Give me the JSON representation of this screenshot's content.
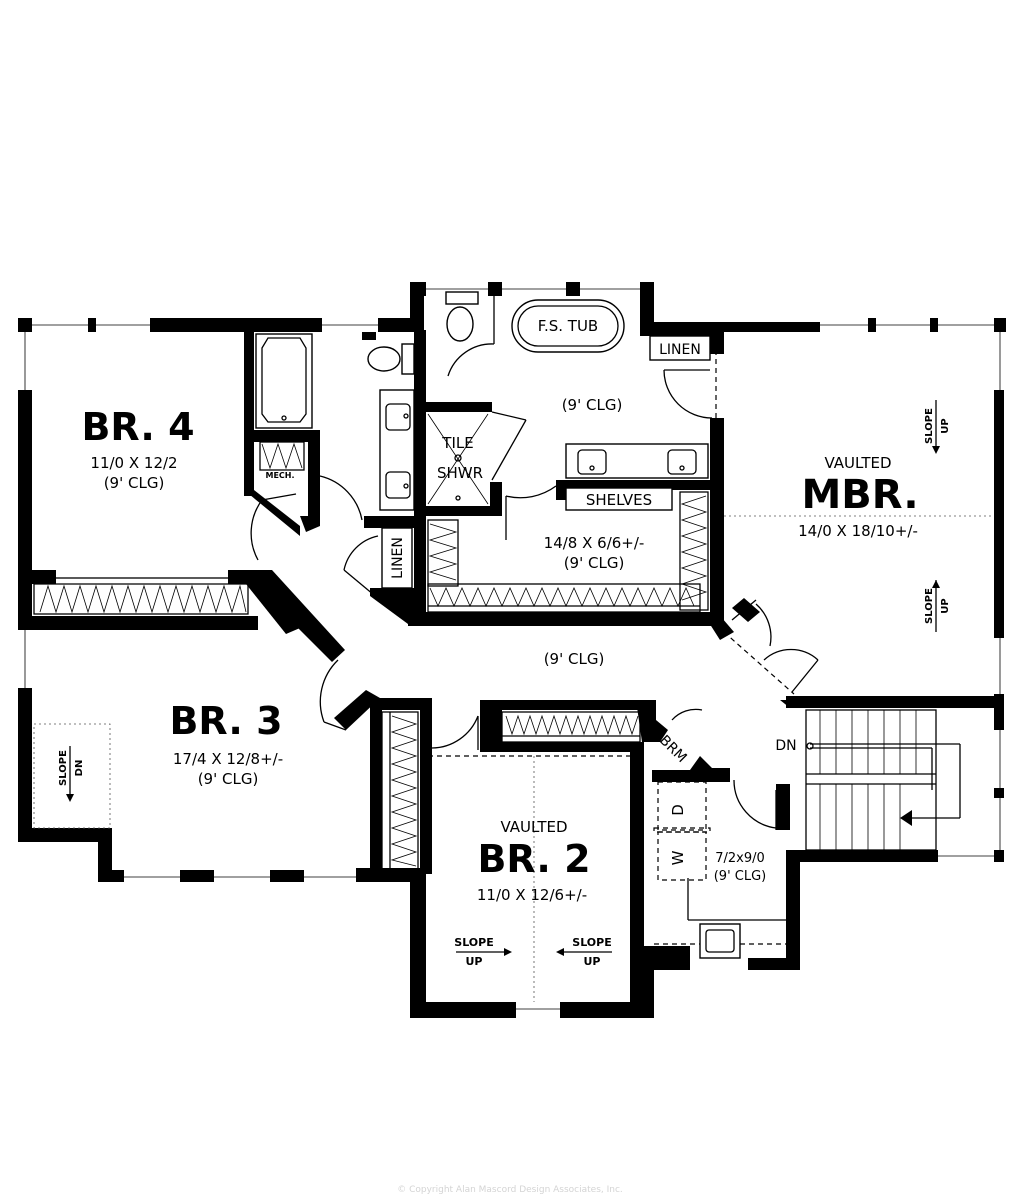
{
  "rooms": {
    "br4": {
      "name": "BR. 4",
      "size": "11/0 X 12/2",
      "ceiling": "(9' CLG)"
    },
    "br3": {
      "name": "BR. 3",
      "size": "17/4 X 12/8+/-",
      "ceiling": "(9' CLG)"
    },
    "br2": {
      "vaulted": "VAULTED",
      "name": "BR. 2",
      "size": "11/0 X 12/6+/-"
    },
    "mbr": {
      "vaulted": "VAULTED",
      "name": "MBR.",
      "size": "14/0 X 18/10+/-"
    },
    "master_bath": {
      "ceiling": "(9' CLG)"
    },
    "closet": {
      "size": "14/8 X 6/6+/-",
      "ceiling": "(9' CLG)"
    },
    "hall": {
      "ceiling": "(9' CLG)"
    },
    "laundry": {
      "size": "7/2x9/0",
      "ceiling": "(9' CLG)"
    }
  },
  "fixtures": {
    "tub": "F.S. TUB",
    "shower_line1": "TILE",
    "shower_line2": "SHWR",
    "linen_master": "LINEN",
    "linen_hall": "LINEN",
    "shelves": "SHELVES",
    "mech": "MECH.",
    "brm": "BRM",
    "washer": "W",
    "dryer": "D"
  },
  "stairs": {
    "label": "DN"
  },
  "slopes": {
    "up": "UP",
    "dn": "DN",
    "slope": "SLOPE"
  },
  "watermark": "© Copyright Alan Mascord Design Associates, Inc."
}
